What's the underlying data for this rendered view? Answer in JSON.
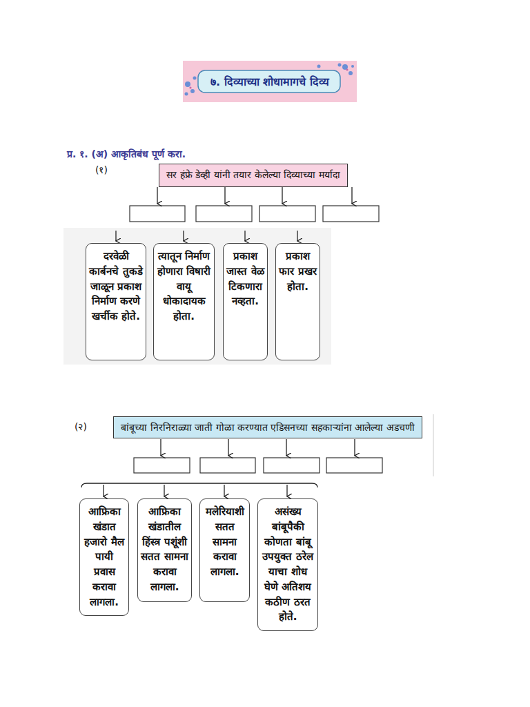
{
  "diagram": {
    "title": "७. दिव्याच्या शोधामागचे दिव्य",
    "nodes": [
      {
        "text": [
          "सर हंफ्रे डेव्ही यांनी तयार केलेल्या दिव्याच्या मर्यादा"
        ]
      },
      {
        "text": [
          "दरवेळी कार्बनचे तुकडे जाळून प्रकाश निर्माण करणे खर्चीक होते."
        ]
      },
      {
        "text": [
          "त्यातून निर्माण होणारा विषारी वायू धोकादायक होता."
        ]
      },
      {
        "text": [
          "प्रकाश जास्त वेळ टिकणारा नव्हता."
        ]
      },
      {
        "text": [
          "प्रकाश फार प्रखर होता."
        ]
      },
      {
        "text": [
          "बांबूच्या निरनिराळ्या जाती गोळा करण्यात एडिसनच्या सहकाऱ्यांना आलेल्या अडचणी"
        ]
      },
      {
        "text": [
          "आफ्रिका खंडात हजारो मैल पायी प्रवास करावा लागला."
        ]
      },
      {
        "text": [
          "आफ्रिका खंडातील हिंस्त्र पशूंशी सतत सामना करावा लागला."
        ]
      },
      {
        "text": [
          "मलेरियाशी सतत सामना करावा लागला."
        ]
      },
      {
        "text": [
          "असंख्य बांबूपैकी कोणता बांबू उपयुक्त ठरेल याचा शोध घेणे अतिशय कठीण ठरत होते."
        ]
      }
    ],
    "labels": [
      "प्र. १. (अ) आकृतिबंध पूर्ण करा.",
      "(१)",
      "(२)"
    ]
  }
}
